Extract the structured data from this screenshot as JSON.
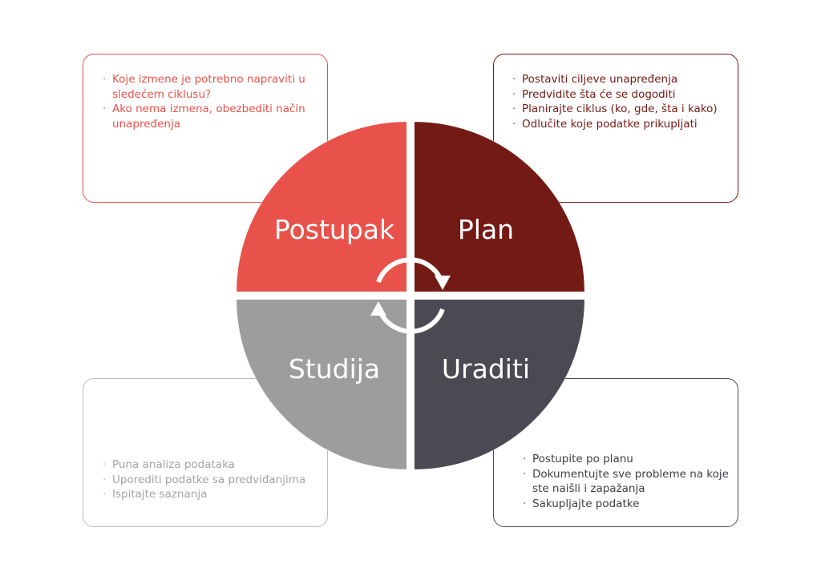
{
  "quadrants": {
    "act": {
      "label": "Postupak",
      "color": "#e8524a",
      "items": [
        "Koje izmene je potrebno napraviti u sledećem ciklusu?",
        "Ako nema izmena, obezbediti način unapređenja"
      ]
    },
    "plan": {
      "label": "Plan",
      "color": "#741a15",
      "items": [
        "Postaviti ciljeve unapređenja",
        "Predvidite šta će se dogoditi",
        "Planirajte ciklus (ko, gde, šta i kako)",
        "Odlučite koje podatke prikupljati"
      ]
    },
    "study": {
      "label": "Studija",
      "color": "#9e9c9d",
      "items": [
        "Puna analiza podataka",
        "Uporediti podatke sa predviđanjima",
        "Ispitajte saznanja"
      ]
    },
    "do": {
      "label": "Uraditi",
      "color": "#4a4a52",
      "items": [
        "Postupite po planu",
        "Dokumentujte sve probleme na koje ste naišli i zapažanja",
        "Sakupljajte podatke"
      ]
    }
  },
  "center_icon": "cycle-arrows-icon"
}
